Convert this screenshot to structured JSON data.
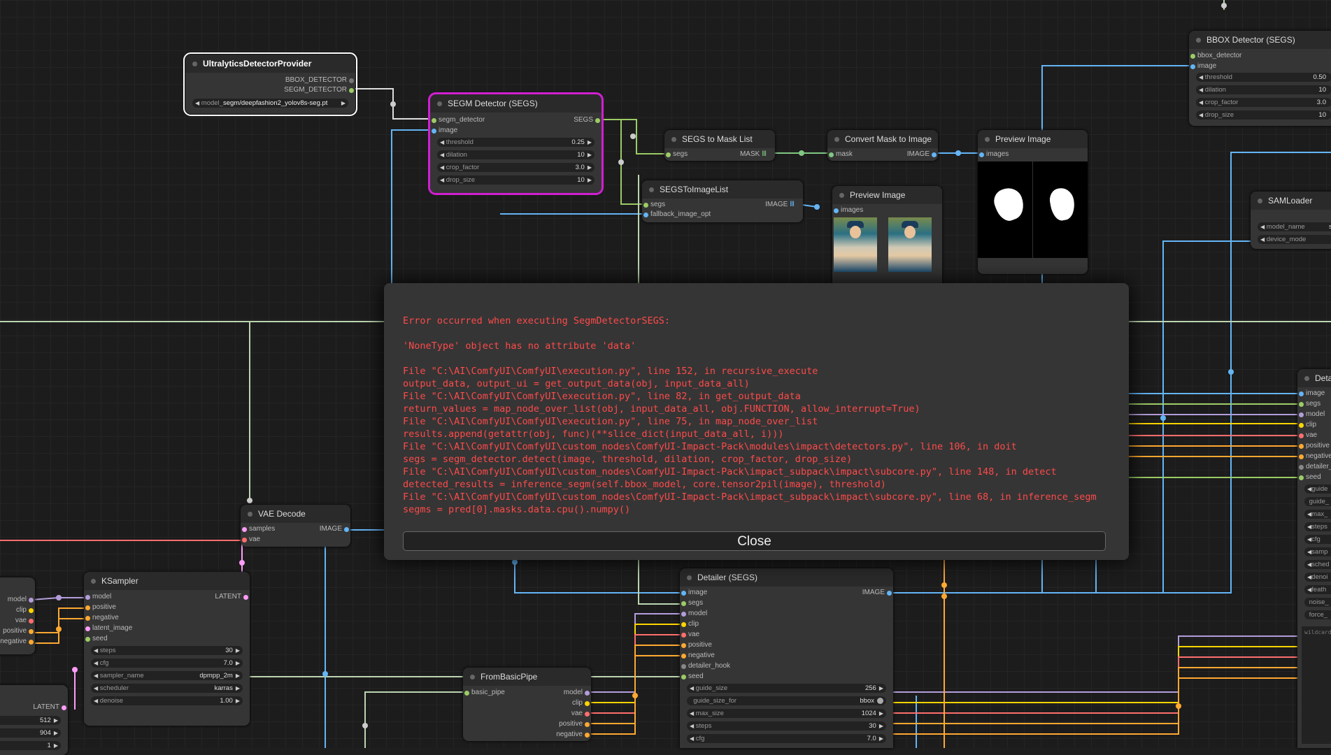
{
  "colors": {
    "model": "#b39ddb",
    "clip": "#ffd500",
    "vae": "#ff6e6e",
    "cond": "#ffa931",
    "latent": "#ff9cf9",
    "image": "#64b5f6",
    "segs": "#9ccc65",
    "mask": "#81c784",
    "pipe": "#9ccc65",
    "error_text": "#ff4a4a",
    "error_outline": "#d11fd1"
  },
  "nodes": {
    "ultra": {
      "title": "UltralyticsDetectorProvider",
      "out1": "BBOX_DETECTOR",
      "out2": "SEGM_DETECTOR",
      "w_model_label": "model_",
      "w_model_value": "segm/deepfashion2_yolov8s-seg.pt"
    },
    "segm": {
      "title": "SEGM Detector (SEGS)",
      "in1": "segm_detector",
      "in2": "image",
      "out1": "SEGS",
      "widgets": [
        {
          "label": "threshold",
          "value": "0.25"
        },
        {
          "label": "dilation",
          "value": "10"
        },
        {
          "label": "crop_factor",
          "value": "3.0"
        },
        {
          "label": "drop_size",
          "value": "10"
        }
      ]
    },
    "segs2mask": {
      "title": "SEGS to Mask List",
      "in1": "segs",
      "out1": "MASK"
    },
    "mask2img": {
      "title": "Convert Mask to Image",
      "in1": "mask",
      "out1": "IMAGE"
    },
    "preview1": {
      "title": "Preview Image",
      "in1": "images"
    },
    "segs2img": {
      "title": "SEGSToImageList",
      "in1": "segs",
      "in2": "fallback_image_opt",
      "out1": "IMAGE"
    },
    "preview2": {
      "title": "Preview Image",
      "in1": "images"
    },
    "bbox": {
      "title": "BBOX Detector (SEGS)",
      "in1": "bbox_detector",
      "in2": "image",
      "out1": "S",
      "widgets": [
        {
          "label": "threshold",
          "value": "0.50"
        },
        {
          "label": "dilation",
          "value": "10"
        },
        {
          "label": "crop_factor",
          "value": "3.0"
        },
        {
          "label": "drop_size",
          "value": "10"
        }
      ]
    },
    "sam": {
      "title": "SAMLoader",
      "widgets": [
        {
          "label": "model_name",
          "value": "sa"
        },
        {
          "label": "device_mode",
          "value": ""
        }
      ]
    },
    "vae": {
      "title": "VAE Decode",
      "in1": "samples",
      "in2": "vae",
      "out1": "IMAGE"
    },
    "ksampler": {
      "title": "KSampler",
      "ins": [
        "model",
        "positive",
        "negative",
        "latent_image",
        "seed"
      ],
      "out1": "LATENT",
      "widgets": [
        {
          "label": "steps",
          "value": "30"
        },
        {
          "label": "cfg",
          "value": "7.0"
        },
        {
          "label": "sampler_name",
          "value": "dpmpp_2m"
        },
        {
          "label": "scheduler",
          "value": "karras"
        },
        {
          "label": "denoise",
          "value": "1.00"
        }
      ]
    },
    "leftpipe": {
      "outs": [
        "model",
        "clip",
        "vae",
        "positive",
        "negative"
      ]
    },
    "latent": {
      "out1": "LATENT",
      "widgets": [
        "512",
        "904",
        "1"
      ]
    },
    "frombasic": {
      "title": "FromBasicPipe",
      "in1": "basic_pipe",
      "outs": [
        "model",
        "clip",
        "vae",
        "positive",
        "negative"
      ]
    },
    "detailer": {
      "title": "Detailer (SEGS)",
      "ins": [
        "image",
        "segs",
        "model",
        "clip",
        "vae",
        "positive",
        "negative",
        "detailer_hook",
        "seed"
      ],
      "out1": "IMAGE",
      "widgets": [
        {
          "label": "guide_size",
          "value": "256"
        },
        {
          "label": "guide_size_for",
          "value": "bbox"
        },
        {
          "label": "max_size",
          "value": "1024"
        },
        {
          "label": "steps",
          "value": "30"
        },
        {
          "label": "cfg",
          "value": "7.0"
        }
      ]
    },
    "detail_right": {
      "title": "Detail",
      "ins": [
        "image",
        "segs",
        "model",
        "clip",
        "vae",
        "positive",
        "negative",
        "detailer_",
        "seed"
      ],
      "widgets": [
        "guide",
        "guide_",
        "max_",
        "steps",
        "cfg",
        "samp",
        "sched",
        "denoi",
        "feath",
        "noise_",
        "force_"
      ],
      "footer": "wildcard"
    }
  },
  "dialog": {
    "lines": [
      "Error occurred when executing SegmDetectorSEGS:",
      "",
      "'NoneType' object has no attribute 'data'",
      "",
      "File \"C:\\AI\\ComfyUI\\ComfyUI\\execution.py\", line 152, in recursive_execute",
      "output_data, output_ui = get_output_data(obj, input_data_all)",
      "File \"C:\\AI\\ComfyUI\\ComfyUI\\execution.py\", line 82, in get_output_data",
      "return_values = map_node_over_list(obj, input_data_all, obj.FUNCTION, allow_interrupt=True)",
      "File \"C:\\AI\\ComfyUI\\ComfyUI\\execution.py\", line 75, in map_node_over_list",
      "results.append(getattr(obj, func)(**slice_dict(input_data_all, i)))",
      "File \"C:\\AI\\ComfyUI\\ComfyUI\\custom_nodes\\ComfyUI-Impact-Pack\\modules\\impact\\detectors.py\", line 106, in doit",
      "segs = segm_detector.detect(image, threshold, dilation, crop_factor, drop_size)",
      "File \"C:\\AI\\ComfyUI\\ComfyUI\\custom_nodes\\ComfyUI-Impact-Pack\\impact_subpack\\impact\\subcore.py\", line 148, in detect",
      "detected_results = inference_segm(self.bbox_model, core.tensor2pil(image), threshold)",
      "File \"C:\\AI\\ComfyUI\\ComfyUI\\custom_nodes\\ComfyUI-Impact-Pack\\impact_subpack\\impact\\subcore.py\", line 68, in inference_segm",
      "segms = pred[0].masks.data.cpu().numpy()"
    ],
    "close_label": "Close"
  }
}
